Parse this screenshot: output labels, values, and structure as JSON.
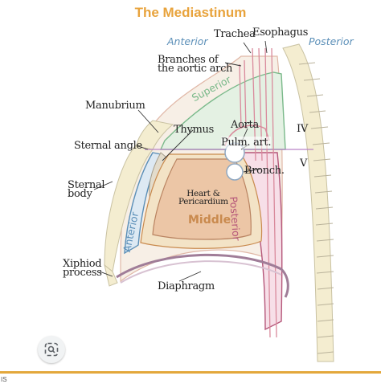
{
  "title": "The Mediastinum",
  "orientation": {
    "anterior": "Anterior",
    "posterior": "Posterior"
  },
  "labels": {
    "trachea": "Trachea",
    "esophagus": "Esophagus",
    "branches_line1": "Branches of",
    "branches_line2": "the aortic arch",
    "manubrium": "Manubrium",
    "sternal_angle": "Sternal angle",
    "sternal_body_line1": "Sternal",
    "sternal_body_line2": "body",
    "xiphoid_line1": "Xiphiod",
    "xiphoid_line2": "process",
    "diaphragm": "Diaphragm",
    "thymus": "Thymus",
    "aorta": "Aorta",
    "pulm_art": "Pulm. art.",
    "bronch": "Bronch.",
    "heart_line1": "Heart &",
    "heart_line2": "Pericardium",
    "vertebra_iv": "IV",
    "vertebra_v": "V"
  },
  "regions": {
    "superior": "Superior",
    "anterior": "Anterior",
    "middle": "Middle",
    "posterior": "Posterior"
  },
  "footer": {
    "corner_text": "IS"
  },
  "colors": {
    "title": "#e8a33c",
    "superior": "#7ab98a",
    "anterior": "#5b8fb8",
    "middle": "#c98a4e",
    "posterior": "#b5577a",
    "heart_fill": "#ecc6a6",
    "bone": "#f4edd0",
    "accent_bar": "#e3a83c"
  },
  "icons": {
    "lens": "image-search-icon"
  }
}
